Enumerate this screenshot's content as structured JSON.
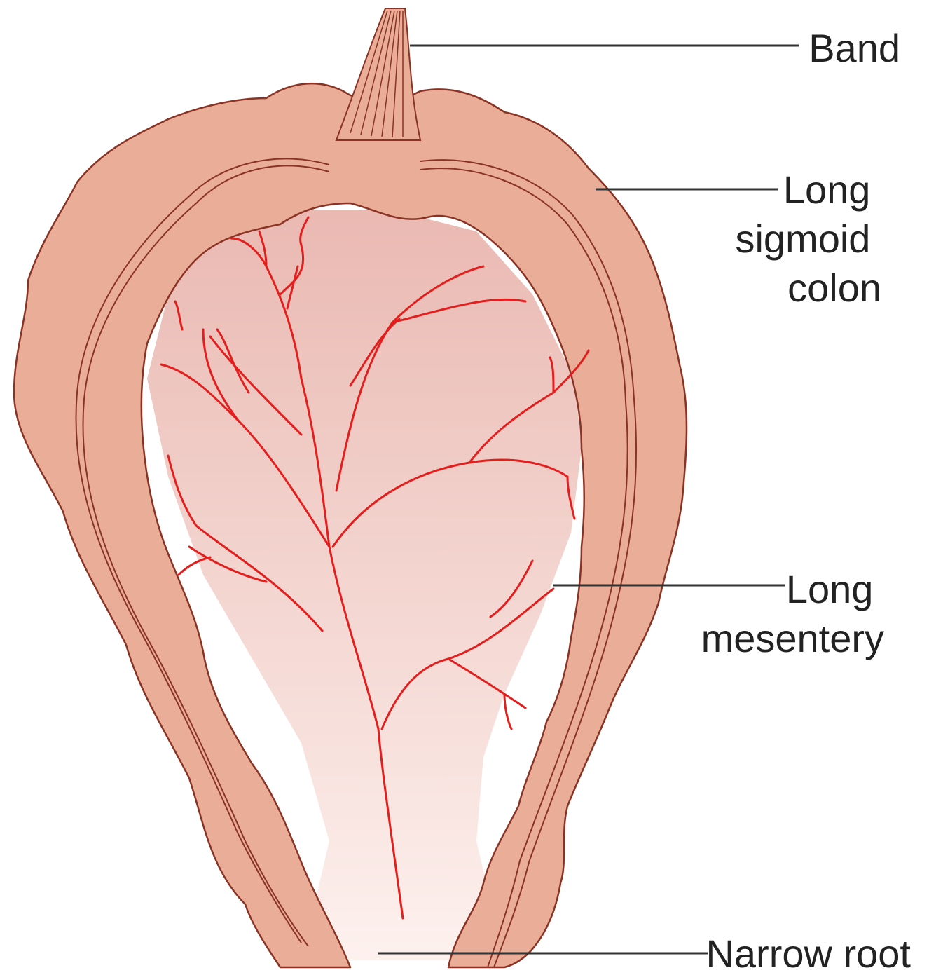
{
  "labels": {
    "band": "Band",
    "long_sigmoid_colon": [
      "Long",
      "sigmoid",
      "colon"
    ],
    "long_mesentery": [
      "Long",
      "mesentery"
    ],
    "narrow_root": "Narrow root"
  },
  "colors": {
    "colon_fill": "#e9ad98",
    "colon_outline": "#8a3324",
    "mesentery_top": "#eab9b2",
    "mesentery_bottom": "#fdf1ee",
    "vessel": "#e41d1d",
    "leader_line": "#333333",
    "label_text": "#222222"
  }
}
